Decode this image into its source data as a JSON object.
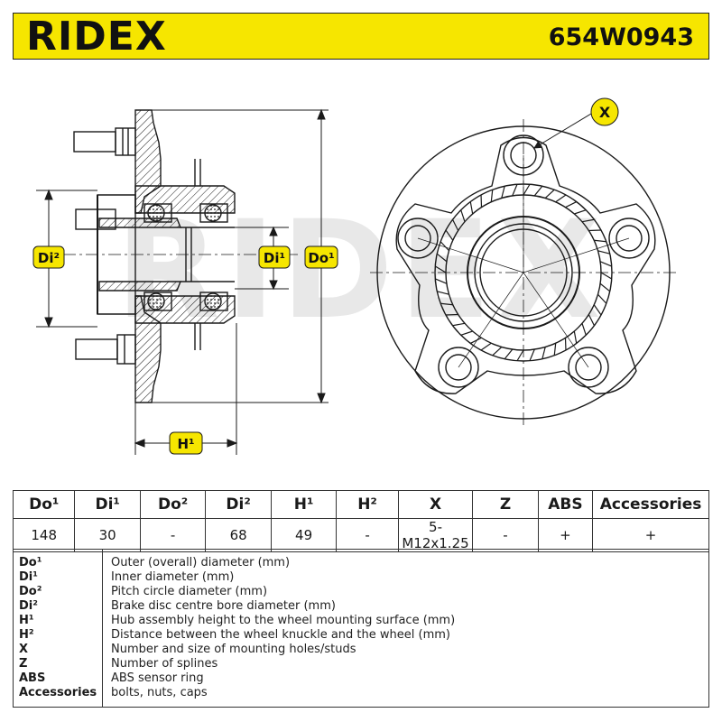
{
  "header": {
    "brand": "RIDEX",
    "part_number": "654W0943"
  },
  "diagram": {
    "watermark": "RIDEX",
    "labels": {
      "x": "X",
      "di2": "Di²",
      "di1": "Di¹",
      "do1": "Do¹",
      "h1": "H¹"
    },
    "colors": {
      "accent": "#f6e600",
      "line": "#1a1a1a",
      "watermark": "#e6e6e6"
    }
  },
  "specs": {
    "headers": [
      "Do¹",
      "Di¹",
      "Do²",
      "Di²",
      "H¹",
      "H²",
      "X",
      "Z",
      "ABS",
      "Accessories"
    ],
    "values": [
      "148",
      "30",
      "-",
      "68",
      "49",
      "-",
      "5-M12x1.25",
      "-",
      "+",
      "+"
    ]
  },
  "legend": [
    {
      "key": "Do¹",
      "desc": "Outer (overall) diameter (mm)"
    },
    {
      "key": "Di¹",
      "desc": "Inner diameter (mm)"
    },
    {
      "key": "Do²",
      "desc": "Pitch circle diameter (mm)"
    },
    {
      "key": "Di²",
      "desc": "Brake disc centre bore diameter (mm)"
    },
    {
      "key": "H¹",
      "desc": "Hub assembly height to the wheel mounting surface (mm)"
    },
    {
      "key": "H²",
      "desc": "Distance between the wheel knuckle and the wheel (mm)"
    },
    {
      "key": "X",
      "desc": "Number and size of mounting holes/studs"
    },
    {
      "key": "Z",
      "desc": "Number of splines"
    },
    {
      "key": "ABS",
      "desc": "ABS sensor ring"
    },
    {
      "key": "Accessories",
      "desc": "bolts, nuts, caps"
    }
  ]
}
